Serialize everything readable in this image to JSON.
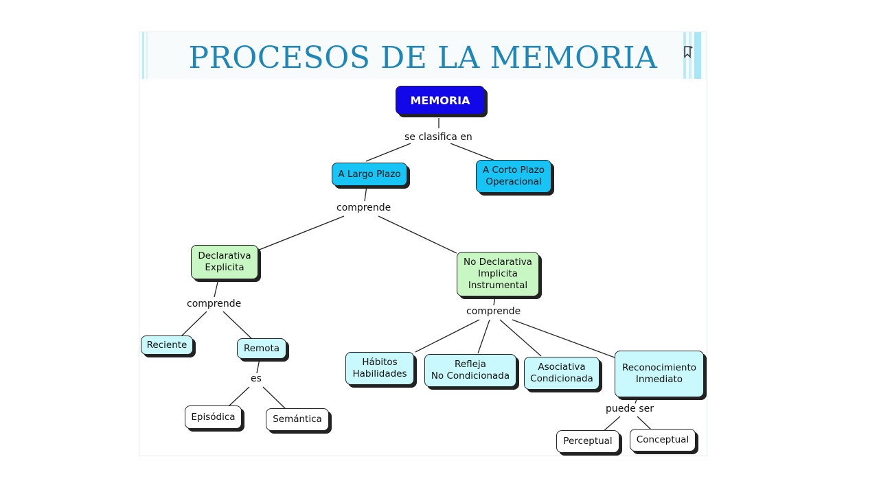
{
  "title": "PROCESOS DE LA MEMORIA",
  "icons": {
    "bookmark": "bookmark-plus-icon"
  },
  "colors": {
    "title": "#1f86b8",
    "main_node": "#1207e8",
    "blue_node": "#17c4f5",
    "green_node": "#c9f7c4",
    "cyan_node": "#c9f9fc",
    "white_node": "#ffffff"
  },
  "nodes": {
    "memoria": "MEMORIA",
    "largo_plazo": "A Largo Plazo",
    "corto_plazo": "A Corto Plazo\nOperacional",
    "declarativa": "Declarativa\nExplicita",
    "no_declarativa": "No Declarativa\nImplicita\nInstrumental",
    "reciente": "Reciente",
    "remota": "Remota",
    "episodica": "Episódica",
    "semantica": "Semántica",
    "habitos": "Hábitos\nHabilidades",
    "refleja": "Refleja\nNo Condicionada",
    "asociativa": "Asociativa\nCondicionada",
    "reconocimiento": "Reconocimiento\nInmediato",
    "perceptual": "Perceptual",
    "conceptual": "Conceptual"
  },
  "links": {
    "clasifica": "se clasifica en",
    "comprende_1": "comprende",
    "comprende_2": "comprende",
    "comprende_3": "comprende",
    "es": "es",
    "puede_ser": "puede ser"
  }
}
